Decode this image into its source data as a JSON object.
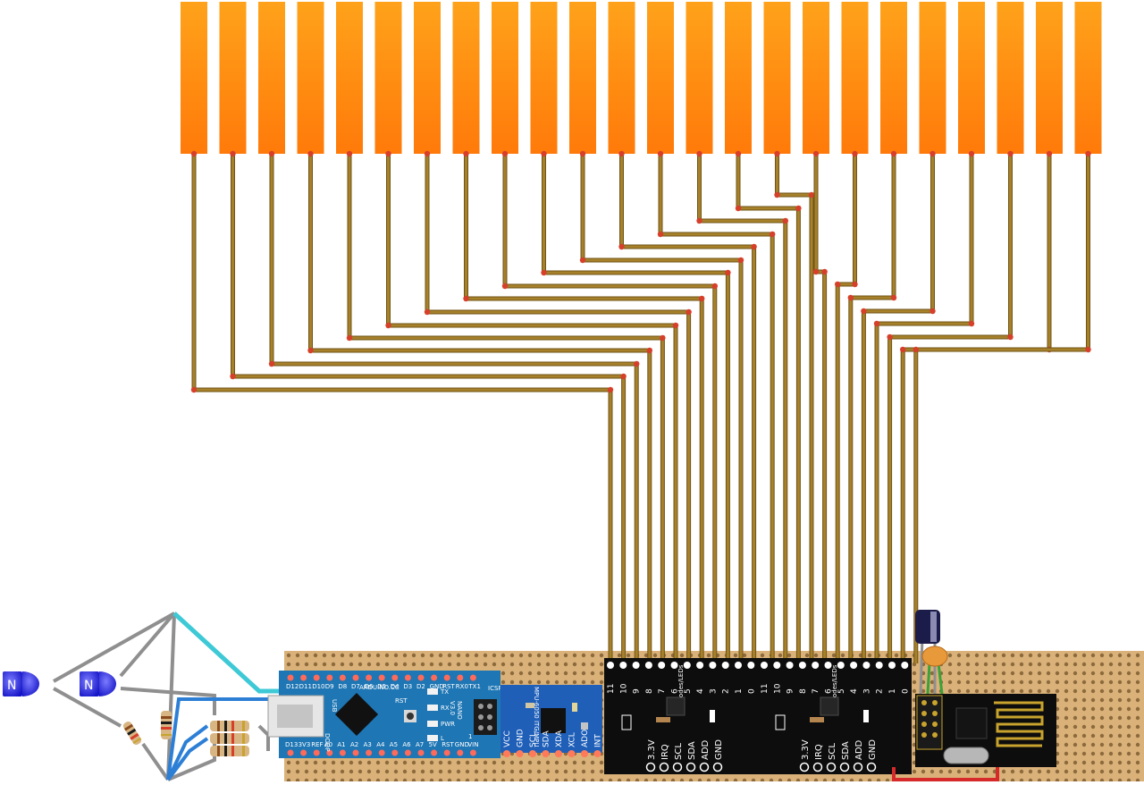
{
  "colors": {
    "electrode_top": "#ffa21a",
    "electrode_bottom": "#ff7a0a",
    "trace": "#a7812a",
    "trace_edge": "#6f5418",
    "via": "#d6402a",
    "stripboard": "#d9b179",
    "nano_board": "#1e76b4",
    "mpu_board": "#1f5fb8",
    "breakout_board": "#0d0d0d",
    "nrf_board": "#0d0d0d",
    "led": "#2a2af0",
    "wire_grey": "#8f8f8f",
    "wire_cyan": "#3ec9d6",
    "wire_blue": "#2d7fd6",
    "wire_red": "#d62a2a"
  },
  "electrodes": {
    "count": 24
  },
  "arduino": {
    "top_pins": [
      "D12",
      "D11",
      "D10",
      "D9",
      "D8",
      "D7",
      "D6",
      "D5",
      "D4",
      "D3",
      "D2",
      "GND",
      "RST",
      "RX0",
      "TX1"
    ],
    "bottom_pins": [
      "D13",
      "3V3",
      "REF",
      "A0",
      "A1",
      "A2",
      "A3",
      "A4",
      "A5",
      "A6",
      "A7",
      "5V",
      "RST",
      "GND",
      "VIN"
    ],
    "brand": "ARDUINO.CC",
    "model": "NANO",
    "version": "V3.0",
    "usb": "USB",
    "icsp": "ICSP",
    "led_labels": [
      "TX",
      "RX",
      "PWR",
      "L"
    ],
    "reset_label": "RST"
  },
  "mpu": {
    "title": "MPU-6050 ITG/MPU",
    "pins": [
      "VCC",
      "GND",
      "SCL",
      "SDA",
      "XDA",
      "XCL",
      "ADO",
      "INT"
    ]
  },
  "breakouts": [
    {
      "title": "Electrodes/LEDs",
      "top_numbers": [
        "11",
        "10",
        "9",
        "8",
        "7",
        "6",
        "5",
        "4",
        "3",
        "2",
        "1",
        "0"
      ],
      "pins": [
        "3.3V",
        "IRQ",
        "SCL",
        "SDA",
        "ADD",
        "GND"
      ]
    },
    {
      "title": "Electrodes/LEDs",
      "top_numbers": [
        "11",
        "10",
        "9",
        "8",
        "7",
        "6",
        "5",
        "4",
        "3",
        "2",
        "1",
        "0"
      ],
      "pins": [
        "3.3V",
        "IRQ",
        "SCL",
        "SDA",
        "ADD",
        "GND"
      ]
    }
  ],
  "leds": [
    {
      "color": "blue"
    },
    {
      "color": "blue"
    }
  ],
  "resistors": {
    "count": 5
  },
  "capacitors": [
    {
      "kind": "electrolytic"
    },
    {
      "kind": "ceramic"
    }
  ],
  "radio": {
    "module": "nRF24L01"
  }
}
